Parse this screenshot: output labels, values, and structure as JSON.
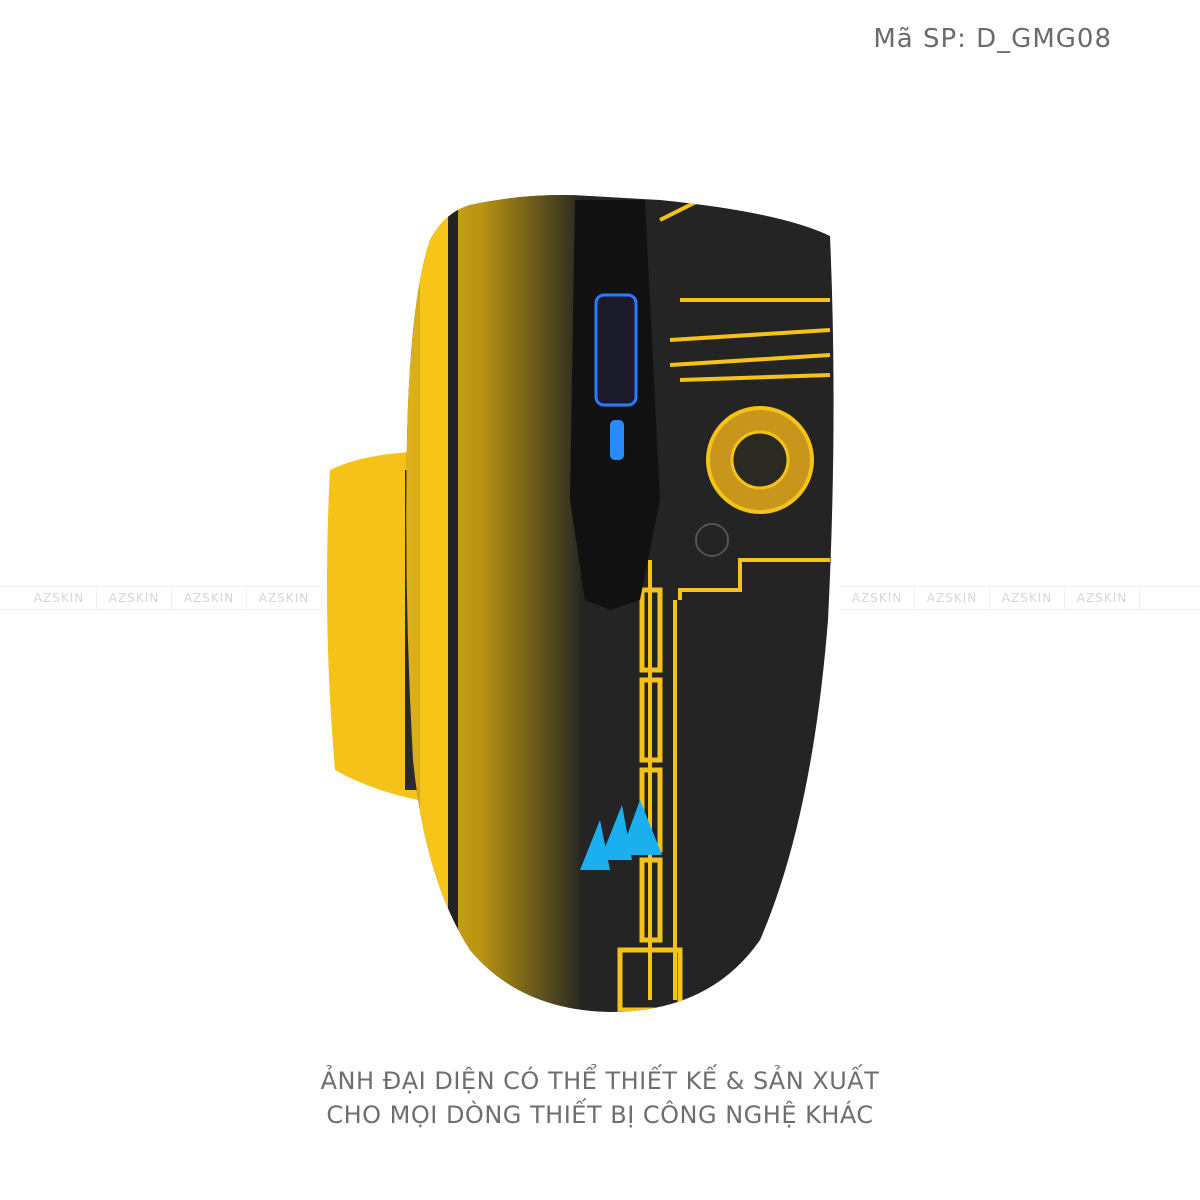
{
  "product_code": "Mã SP: D_GMG08",
  "watermark": "AZSKIN",
  "caption": {
    "line1": "ẢNH ĐẠI DIỆN CÓ THỂ THIẾT KẾ & SẢN XUẤT",
    "line2": "CHO MỌI DÒNG THIẾT BỊ CÔNG NGHỆ KHÁC"
  },
  "colors": {
    "yellow": "#f5c21a",
    "black": "#1f1f1f",
    "blue": "#1ab0f0"
  }
}
